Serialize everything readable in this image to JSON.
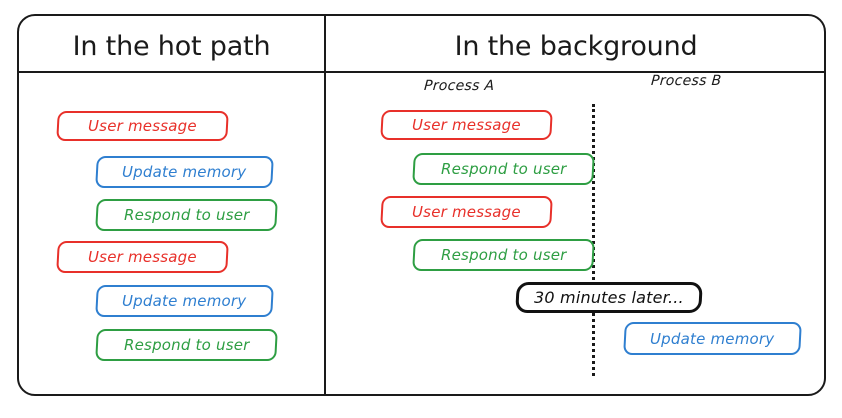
{
  "diagram": {
    "title_left": "In the hot path",
    "title_right": "In the background",
    "lanes": {
      "process_a": "Process A",
      "process_b": "Process B"
    },
    "colors": {
      "user_message": "#e8302a",
      "update_memory": "#2f7fd0",
      "respond_to_user": "#2e9e43",
      "marker": "#111111",
      "frame": "#1a1a1a"
    },
    "hot_path": {
      "steps": [
        {
          "label": "User message",
          "color": "red"
        },
        {
          "label": "Update memory",
          "color": "blue"
        },
        {
          "label": "Respond to user",
          "color": "green"
        },
        {
          "label": "User message",
          "color": "red"
        },
        {
          "label": "Update memory",
          "color": "blue"
        },
        {
          "label": "Respond to user",
          "color": "green"
        }
      ]
    },
    "background": {
      "process_a_steps": [
        {
          "label": "User message",
          "color": "red"
        },
        {
          "label": "Respond to user",
          "color": "green"
        },
        {
          "label": "User message",
          "color": "red"
        },
        {
          "label": "Respond to user",
          "color": "green"
        }
      ],
      "time_marker": "30 minutes later...",
      "process_b_steps": [
        {
          "label": "Update memory",
          "color": "blue"
        }
      ]
    }
  }
}
